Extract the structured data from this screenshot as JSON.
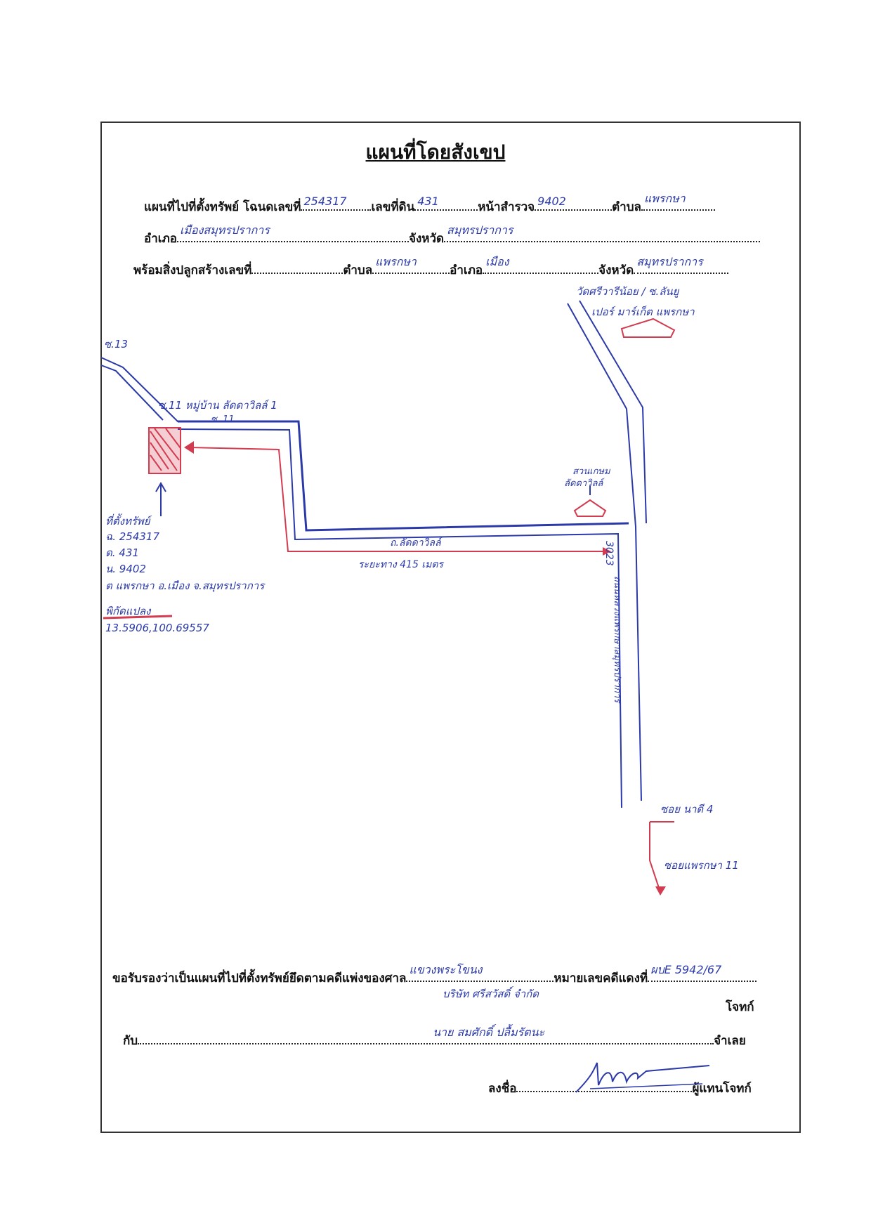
{
  "form": {
    "title": "แผนที่โดยสังเขป",
    "row1": {
      "deed_label": "แผนที่ไปที่ตั้งทรัพย์ โฉนดเลขที่",
      "deed_value": "254317",
      "land_label": "เลขที่ดิน",
      "land_value": "431",
      "survey_label": "หน้าสำรวจ",
      "survey_value": "9402",
      "subdistrict_label": "ตำบล",
      "subdistrict_value": "แพรกษา"
    },
    "row2": {
      "district_label": "อำเภอ",
      "district_value": "เมืองสมุทรปราการ",
      "province_label": "จังหวัด",
      "province_value": "สมุทรปราการ"
    },
    "row3": {
      "building_label": "พร้อมสิ่งปลูกสร้างเลขที่",
      "subdistrict_label": "ตำบล",
      "subdistrict_value": "แพรกษา",
      "district_label": "อำเภอ",
      "district_value": "เมือง",
      "province_label": "จังหวัด",
      "province_value": "สมุทรปราการ"
    }
  },
  "map": {
    "road_top_left": "ซ.13",
    "village_label": "ซ.11 หมู่บ้าน ลัดดาวิลล์ 1",
    "soi_label": "ซ. 11",
    "landmark_top": "วัดศรีวารีน้อย / ซ.ลันยู",
    "landmark_top2": "เปอร์ มาร์เก็ต แพรกษา",
    "park_label": "สวนเกษม",
    "park_label2": "ลัดดาวิลล์",
    "road_main": "ถ.ลัดดาวิลล์",
    "distance": "ระยะทาง 415 เมตร",
    "highway_no": "3023",
    "highway_name": "ถนนหลวงแพรกษาสมุทรปราการ",
    "right_note1": "ซอย นาดี 4",
    "right_note2": "ซอยแพรกษา 11",
    "property_notes": [
      "ที่ตั้งทรัพย์",
      "ฉ. 254317",
      "ด. 431",
      "น. 9402",
      "ต แพรกษา อ.เมือง จ.สมุทรปราการ"
    ],
    "coord_label": "พิกัดแปลง",
    "coords": "13.5906,100.69557"
  },
  "footer": {
    "certify_label": "ขอรับรองว่าเป็นแผนที่ไปที่ตั้งทรัพย์ยึดตามคดีแพ่งของศาล",
    "court_value": "แขวงพระโขนง",
    "case_label": "หมายเลขคดีแดงที่",
    "case_value": "ผบE 5942/67",
    "plaintiff_value": "บริษัท ศรีสวัสดิ์ จำกัด",
    "plaintiff_label": "โจทก์",
    "with_label": "กับ",
    "defendant_value": "นาย สมศักดิ์ ปลื้มรัตนะ",
    "defendant_label": "จำเลย",
    "sign_label": "ลงชื่อ",
    "representative_label": "ผู้แทนโจทก์"
  },
  "colors": {
    "road": "#2b3aa8",
    "route": "#d23c50"
  }
}
